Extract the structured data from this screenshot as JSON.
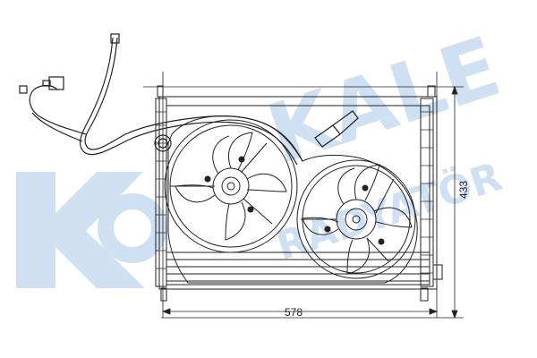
{
  "watermark": {
    "brand": "KALE",
    "subtitle": "RADYATÖR",
    "color": "#cfe0f2"
  },
  "dimensions": {
    "width": "578",
    "height": "433"
  },
  "line_color": "#222222"
}
